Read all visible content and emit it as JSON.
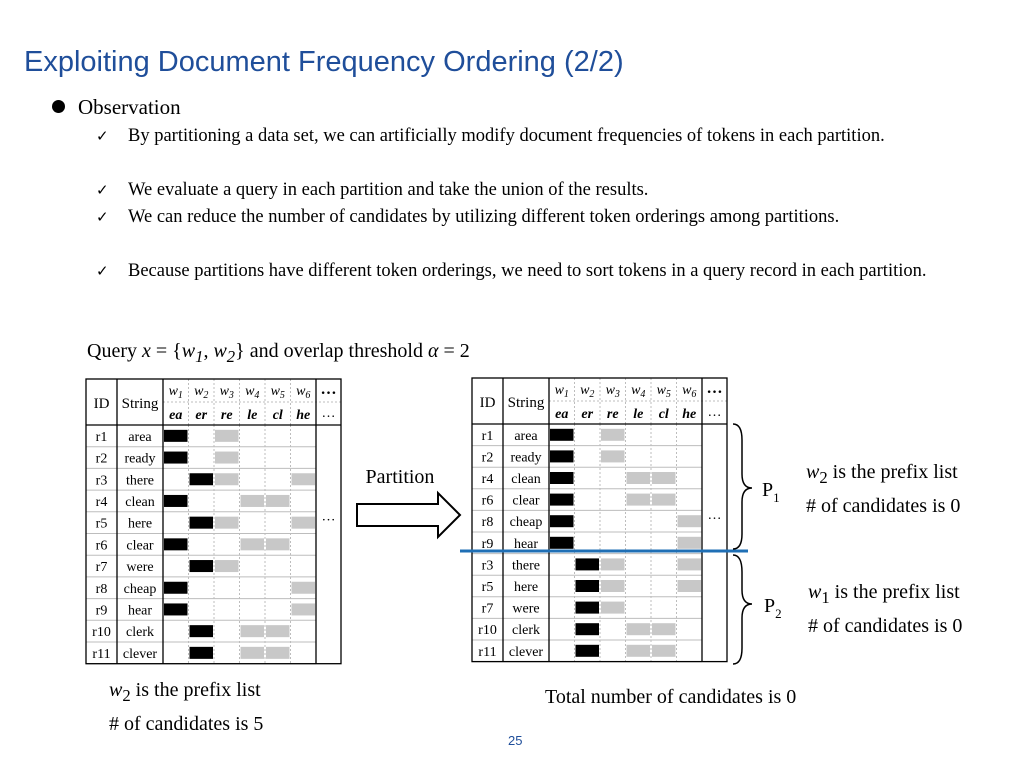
{
  "slide": {
    "title": "Exploiting Document Frequency Ordering (2/2)",
    "bullet": "Observation",
    "subbullets": [
      "By partitioning a data set, we can artificially modify document frequencies of tokens in each partition.",
      "We evaluate a query in each partition and take the union of the results.",
      "We can reduce the number of candidates by utilizing different token orderings among partitions.",
      "Because partitions have different token orderings, we need to sort tokens in a query record in each partition."
    ],
    "check_glyph": "✓",
    "page_number": "25"
  },
  "query": {
    "prefix": "Query ",
    "x": "x",
    "eq_open": " = {",
    "w": "w",
    "s1": "1",
    "comma": ", ",
    "s2": "2",
    "close": "} and overlap threshold ",
    "alpha": "α",
    "val": " = 2"
  },
  "table_headers": {
    "id": "ID",
    "string": "String",
    "word_letter": "w",
    "subscripts": [
      "1",
      "2",
      "3",
      "4",
      "5",
      "6"
    ],
    "grams": [
      "ea",
      "er",
      "re",
      "le",
      "cl",
      "he"
    ],
    "more": "…",
    "more_row": "…"
  },
  "left_table": {
    "rows": [
      {
        "id": "r1",
        "string": "area",
        "black": [
          1
        ],
        "gray": [
          3
        ]
      },
      {
        "id": "r2",
        "string": "ready",
        "black": [
          1
        ],
        "gray": [
          3
        ]
      },
      {
        "id": "r3",
        "string": "there",
        "black": [
          2
        ],
        "gray": [
          3,
          6
        ]
      },
      {
        "id": "r4",
        "string": "clean",
        "black": [
          1
        ],
        "gray": [
          4,
          5
        ]
      },
      {
        "id": "r5",
        "string": "here",
        "black": [
          2
        ],
        "gray": [
          3,
          6
        ]
      },
      {
        "id": "r6",
        "string": "clear",
        "black": [
          1
        ],
        "gray": [
          4,
          5
        ]
      },
      {
        "id": "r7",
        "string": "were",
        "black": [
          2
        ],
        "gray": [
          3
        ]
      },
      {
        "id": "r8",
        "string": "cheap",
        "black": [
          1
        ],
        "gray": [
          6
        ]
      },
      {
        "id": "r9",
        "string": "hear",
        "black": [
          1
        ],
        "gray": [
          6
        ]
      },
      {
        "id": "r10",
        "string": "clerk",
        "black": [
          2
        ],
        "gray": [
          4,
          5
        ]
      },
      {
        "id": "r11",
        "string": "clever",
        "black": [
          2
        ],
        "gray": [
          4,
          5
        ]
      }
    ],
    "ellipsis": "…"
  },
  "right_table": {
    "rows": [
      {
        "id": "r1",
        "string": "area",
        "black": [
          1
        ],
        "gray": [
          3
        ]
      },
      {
        "id": "r2",
        "string": "ready",
        "black": [
          1
        ],
        "gray": [
          3
        ]
      },
      {
        "id": "r4",
        "string": "clean",
        "black": [
          1
        ],
        "gray": [
          4,
          5
        ]
      },
      {
        "id": "r6",
        "string": "clear",
        "black": [
          1
        ],
        "gray": [
          4,
          5
        ]
      },
      {
        "id": "r8",
        "string": "cheap",
        "black": [
          1
        ],
        "gray": [
          6
        ]
      },
      {
        "id": "r9",
        "string": "hear",
        "black": [
          1
        ],
        "gray": [
          6
        ]
      },
      {
        "id": "r3",
        "string": "there",
        "black": [
          2
        ],
        "gray": [
          3,
          6
        ]
      },
      {
        "id": "r5",
        "string": "here",
        "black": [
          2
        ],
        "gray": [
          3,
          6
        ]
      },
      {
        "id": "r7",
        "string": "were",
        "black": [
          2
        ],
        "gray": [
          3
        ]
      },
      {
        "id": "r10",
        "string": "clerk",
        "black": [
          2
        ],
        "gray": [
          4,
          5
        ]
      },
      {
        "id": "r11",
        "string": "clever",
        "black": [
          2
        ],
        "gray": [
          4,
          5
        ]
      }
    ],
    "ellipsis": "…"
  },
  "partition_arrow": {
    "label": "Partition"
  },
  "partitions": [
    {
      "label": "P",
      "sub": "1",
      "word": "w",
      "word_sub": "2",
      "line1_rest": " is the prefix list",
      "line2": "# of candidates is 0"
    },
    {
      "label": "P",
      "sub": "2",
      "word": "w",
      "word_sub": "1",
      "line1_rest": " is the prefix list",
      "line2": "# of candidates is 0"
    }
  ],
  "left_caption": {
    "word": "w",
    "word_sub": "2",
    "line1_rest": " is the prefix list",
    "line2": "# of candidates is 5"
  },
  "total_caption": "Total number of candidates is 0",
  "colors": {
    "title": "#1f4e9a",
    "divider": "#1f6fb5",
    "black_mark": "#000000",
    "gray_mark": "#c8c8c8"
  }
}
